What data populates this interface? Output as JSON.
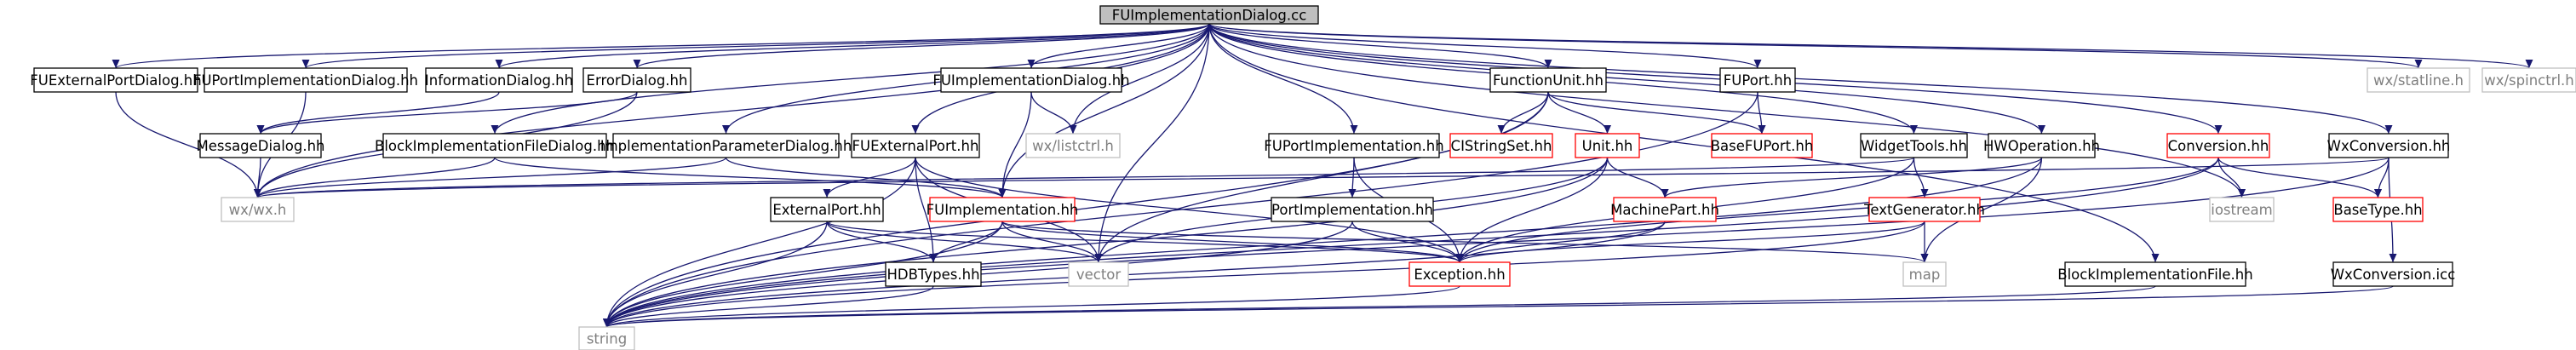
{
  "colors": {
    "edge": "#191970",
    "root_fill": "#bfbfbf",
    "node_border": "#000000",
    "missing_border": "#ff0000",
    "system_border": "#bfbfbf",
    "system_text": "#7f7f7f"
  },
  "nodes": [
    {
      "id": "root",
      "label": "FUImplementationDialog.cc",
      "kind": "root"
    },
    {
      "id": "FUExternalPortDialog",
      "label": "FUExternalPortDialog.hh",
      "kind": "header"
    },
    {
      "id": "FUPortImplementationDialog",
      "label": "FUPortImplementationDialog.hh",
      "kind": "header"
    },
    {
      "id": "InformationDialog",
      "label": "InformationDialog.hh",
      "kind": "header"
    },
    {
      "id": "ErrorDialog",
      "label": "ErrorDialog.hh",
      "kind": "header"
    },
    {
      "id": "FUImplementationDialogHH",
      "label": "FUImplementationDialog.hh",
      "kind": "header"
    },
    {
      "id": "FunctionUnit",
      "label": "FunctionUnit.hh",
      "kind": "header"
    },
    {
      "id": "FUPort",
      "label": "FUPort.hh",
      "kind": "header"
    },
    {
      "id": "wxstatline",
      "label": "wx/statline.h",
      "kind": "system"
    },
    {
      "id": "wxspinctrl",
      "label": "wx/spinctrl.h",
      "kind": "system"
    },
    {
      "id": "MessageDialog",
      "label": "MessageDialog.hh",
      "kind": "header"
    },
    {
      "id": "BlockImplementationFileDialog",
      "label": "BlockImplementationFileDialog.hh",
      "kind": "header"
    },
    {
      "id": "ImplementationParameterDialog",
      "label": "ImplementationParameterDialog.hh",
      "kind": "header"
    },
    {
      "id": "FUExternalPort",
      "label": "FUExternalPort.hh",
      "kind": "header"
    },
    {
      "id": "wxlistctrl",
      "label": "wx/listctrl.h",
      "kind": "system"
    },
    {
      "id": "FUPortImplementation",
      "label": "FUPortImplementation.hh",
      "kind": "header"
    },
    {
      "id": "CIStringSet",
      "label": "CIStringSet.hh",
      "kind": "missing"
    },
    {
      "id": "Unit",
      "label": "Unit.hh",
      "kind": "missing"
    },
    {
      "id": "BaseFUPort",
      "label": "BaseFUPort.hh",
      "kind": "missing"
    },
    {
      "id": "WidgetTools",
      "label": "WidgetTools.hh",
      "kind": "header"
    },
    {
      "id": "HWOperation",
      "label": "HWOperation.hh",
      "kind": "header"
    },
    {
      "id": "Conversion",
      "label": "Conversion.hh",
      "kind": "missing"
    },
    {
      "id": "WxConversionHH",
      "label": "WxConversion.hh",
      "kind": "header"
    },
    {
      "id": "wxwx",
      "label": "wx/wx.h",
      "kind": "system"
    },
    {
      "id": "ExternalPort",
      "label": "ExternalPort.hh",
      "kind": "header"
    },
    {
      "id": "FUImplementation",
      "label": "FUImplementation.hh",
      "kind": "missing"
    },
    {
      "id": "PortImplementation",
      "label": "PortImplementation.hh",
      "kind": "header"
    },
    {
      "id": "MachinePart",
      "label": "MachinePart.hh",
      "kind": "missing"
    },
    {
      "id": "TextGenerator",
      "label": "TextGenerator.hh",
      "kind": "missing"
    },
    {
      "id": "iostream",
      "label": "iostream",
      "kind": "system"
    },
    {
      "id": "BaseType",
      "label": "BaseType.hh",
      "kind": "missing"
    },
    {
      "id": "vector",
      "label": "vector",
      "kind": "system"
    },
    {
      "id": "HDBTypes",
      "label": "HDBTypes.hh",
      "kind": "header"
    },
    {
      "id": "Exception",
      "label": "Exception.hh",
      "kind": "missing"
    },
    {
      "id": "map",
      "label": "map",
      "kind": "system"
    },
    {
      "id": "BlockImplementationFile",
      "label": "BlockImplementationFile.hh",
      "kind": "header"
    },
    {
      "id": "WxConversionICC",
      "label": "WxConversion.icc",
      "kind": "header"
    },
    {
      "id": "string",
      "label": "string",
      "kind": "system"
    }
  ],
  "edges": [
    [
      "root",
      "FUExternalPortDialog"
    ],
    [
      "root",
      "FUPortImplementationDialog"
    ],
    [
      "root",
      "InformationDialog"
    ],
    [
      "root",
      "ErrorDialog"
    ],
    [
      "root",
      "FUImplementationDialogHH"
    ],
    [
      "root",
      "FunctionUnit"
    ],
    [
      "root",
      "FUPort"
    ],
    [
      "root",
      "wxstatline"
    ],
    [
      "root",
      "wxspinctrl"
    ],
    [
      "root",
      "BlockImplementationFileDialog"
    ],
    [
      "root",
      "ImplementationParameterDialog"
    ],
    [
      "root",
      "FUExternalPort"
    ],
    [
      "root",
      "wxlistctrl"
    ],
    [
      "root",
      "FUPortImplementation"
    ],
    [
      "root",
      "WidgetTools"
    ],
    [
      "root",
      "HWOperation"
    ],
    [
      "root",
      "Conversion"
    ],
    [
      "root",
      "WxConversionHH"
    ],
    [
      "root",
      "wxwx"
    ],
    [
      "root",
      "FUImplementation"
    ],
    [
      "root",
      "vector"
    ],
    [
      "root",
      "iostream"
    ],
    [
      "root",
      "BlockImplementationFile"
    ],
    [
      "FUExternalPortDialog",
      "wxwx"
    ],
    [
      "FUPortImplementationDialog",
      "wxwx"
    ],
    [
      "InformationDialog",
      "MessageDialog"
    ],
    [
      "ErrorDialog",
      "MessageDialog"
    ],
    [
      "ErrorDialog",
      "wxwx"
    ],
    [
      "MessageDialog",
      "wxwx"
    ],
    [
      "FUImplementationDialogHH",
      "wxlistctrl"
    ],
    [
      "FUImplementationDialogHH",
      "FUImplementation"
    ],
    [
      "BlockImplementationFileDialog",
      "wxwx"
    ],
    [
      "BlockImplementationFileDialog",
      "FUImplementation"
    ],
    [
      "ImplementationParameterDialog",
      "wxwx"
    ],
    [
      "ImplementationParameterDialog",
      "FUImplementation"
    ],
    [
      "FunctionUnit",
      "CIStringSet"
    ],
    [
      "FunctionUnit",
      "Unit"
    ],
    [
      "FunctionUnit",
      "BaseFUPort"
    ],
    [
      "FunctionUnit",
      "vector"
    ],
    [
      "FunctionUnit",
      "string"
    ],
    [
      "FUPort",
      "BaseFUPort"
    ],
    [
      "FUPort",
      "string"
    ],
    [
      "FUExternalPort",
      "ExternalPort"
    ],
    [
      "FUExternalPort",
      "HDBTypes"
    ],
    [
      "FUExternalPort",
      "vector"
    ],
    [
      "FUExternalPort",
      "Exception"
    ],
    [
      "FUExternalPort",
      "string"
    ],
    [
      "FUPortImplementation",
      "PortImplementation"
    ],
    [
      "FUPortImplementation",
      "Exception"
    ],
    [
      "Unit",
      "MachinePart"
    ],
    [
      "Unit",
      "Exception"
    ],
    [
      "Unit",
      "string"
    ],
    [
      "Unit",
      "vector"
    ],
    [
      "WidgetTools",
      "TextGenerator"
    ],
    [
      "WidgetTools",
      "wxwx"
    ],
    [
      "WidgetTools",
      "Exception"
    ],
    [
      "HWOperation",
      "MachinePart"
    ],
    [
      "HWOperation",
      "map"
    ],
    [
      "HWOperation",
      "string"
    ],
    [
      "Conversion",
      "iostream"
    ],
    [
      "Conversion",
      "BaseType"
    ],
    [
      "Conversion",
      "string"
    ],
    [
      "Conversion",
      "Exception"
    ],
    [
      "WxConversionHH",
      "wxwx"
    ],
    [
      "WxConversionHH",
      "BaseType"
    ],
    [
      "WxConversionHH",
      "WxConversionICC"
    ],
    [
      "WxConversionHH",
      "string"
    ],
    [
      "ExternalPort",
      "HDBTypes"
    ],
    [
      "ExternalPort",
      "vector"
    ],
    [
      "ExternalPort",
      "string"
    ],
    [
      "ExternalPort",
      "Exception"
    ],
    [
      "FUImplementation",
      "HDBTypes"
    ],
    [
      "FUImplementation",
      "vector"
    ],
    [
      "FUImplementation",
      "Exception"
    ],
    [
      "FUImplementation",
      "string"
    ],
    [
      "FUImplementation",
      "map"
    ],
    [
      "PortImplementation",
      "Exception"
    ],
    [
      "PortImplementation",
      "string"
    ],
    [
      "MachinePart",
      "Exception"
    ],
    [
      "MachinePart",
      "string"
    ],
    [
      "TextGenerator",
      "map"
    ],
    [
      "TextGenerator",
      "string"
    ],
    [
      "TextGenerator",
      "Exception"
    ],
    [
      "HDBTypes",
      "string"
    ],
    [
      "Exception",
      "string"
    ],
    [
      "BlockImplementationFile",
      "string"
    ],
    [
      "WxConversionICC",
      "string"
    ]
  ]
}
